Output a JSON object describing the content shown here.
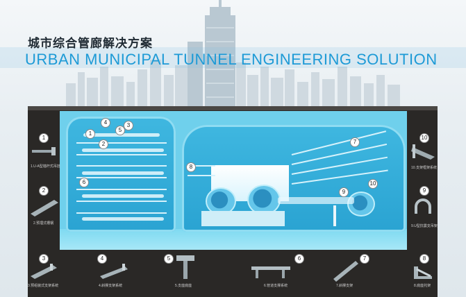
{
  "title_cn": "城市综合管廊解决方案",
  "title_en": "URBAN MUNICIPAL TUNNEL ENGINEERING SOLUTION",
  "colors": {
    "accent": "#1d9ad6",
    "tunnel": "#3fb7e0",
    "ground": "#2a2826"
  },
  "callouts": [
    "1",
    "2",
    "3",
    "4",
    "5",
    "6",
    "7",
    "8",
    "9",
    "10"
  ],
  "left_column": [
    {
      "num": "1",
      "label": "1.U-A型锚杆式吊挂"
    },
    {
      "num": "2",
      "label": "2.预埋式槽钢"
    },
    {
      "num": "3",
      "label": "3.预组装式支架系统"
    }
  ],
  "right_column": [
    {
      "num": "10",
      "label": "10.支架框架系统"
    },
    {
      "num": "9",
      "label": "9.U型抗震支吊架"
    },
    {
      "num": "8",
      "label": "8.底座托架"
    }
  ],
  "bottom_row": [
    {
      "num": "4",
      "label": "4.斜撑支架系统"
    },
    {
      "num": "5",
      "label": "5.支座底座"
    },
    {
      "num": "6",
      "label": "6.管道支撑系统"
    },
    {
      "num": "7",
      "label": "7.斜撑支架"
    }
  ],
  "icons": [
    "anchor-bolt-icon",
    "channel-rail-icon",
    "bracket-icon",
    "strut-icon",
    "base-plate-icon",
    "pipe-support-icon",
    "diagonal-brace-icon",
    "base-bracket-icon",
    "clamp-icon",
    "frame-icon"
  ]
}
